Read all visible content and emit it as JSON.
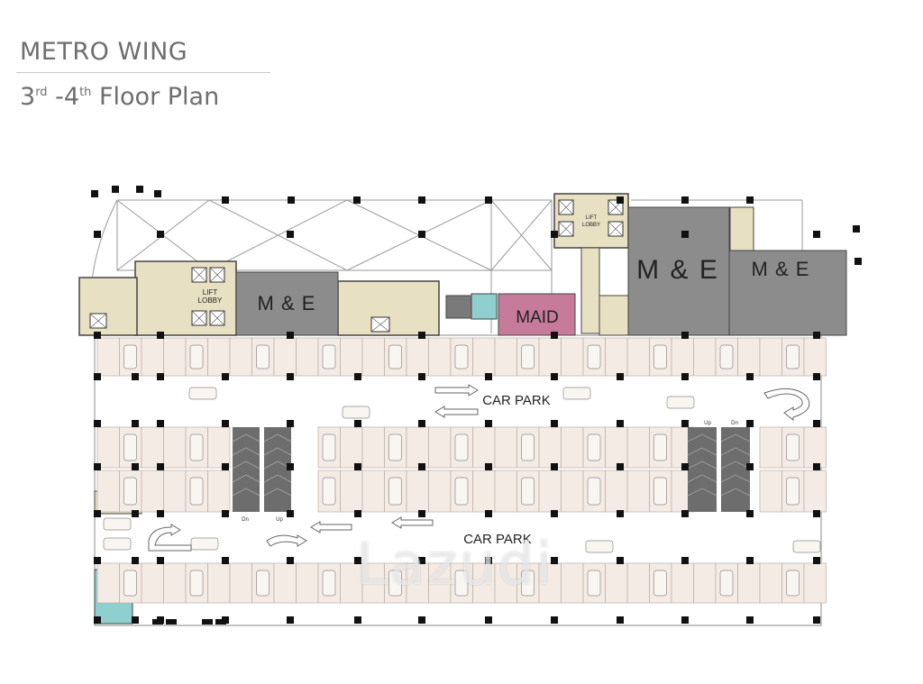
{
  "header": {
    "title": "METRO WING",
    "subtitle_3": "3",
    "subtitle_rd": "rd",
    "subtitle_dash4": " -4",
    "subtitle_th": "th",
    "subtitle_floor": " Floor Plan"
  },
  "rooms": {
    "me_left": "M & E",
    "me_right_a": "M & E",
    "me_right_b": "M & E",
    "maid": "MAID",
    "lift_lobby_left_1": "LIFT",
    "lift_lobby_left_2": "LOBBY",
    "lift_lobby_right_1": "LIFT",
    "lift_lobby_right_2": "LOBBY"
  },
  "car_park": {
    "upper_label": "CAR PARK",
    "lower_label": "CAR PARK",
    "ramp_up_right": "Up",
    "ramp_dn_right": "Dn",
    "ramp_dn_left": "Dn",
    "ramp_up_left": "Up"
  },
  "watermark": "Lazudi",
  "colors": {
    "me_gray": "#8c8c8c",
    "maid_pink": "#c77b9b",
    "core_beige": "#e8e0c2",
    "stall_beige": "#f4ebe5",
    "service_teal": "#8fcfcf",
    "ramp_dark": "#6d6d6d"
  }
}
